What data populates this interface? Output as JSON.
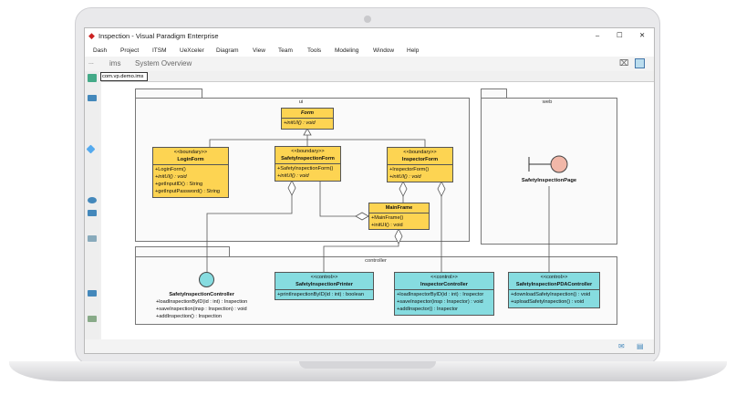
{
  "window": {
    "title": "Inspection - Visual Paradigm Enterprise",
    "controls": [
      "–",
      "☐",
      "✕"
    ]
  },
  "menu": [
    "Dash",
    "Project",
    "ITSM",
    "UeXceler",
    "Diagram",
    "View",
    "Team",
    "Tools",
    "Modeling",
    "Window",
    "Help"
  ],
  "breadcrumb": [
    "...",
    "ims",
    "System Overview"
  ],
  "package_field": "com.vp.demo.ims",
  "colors": {
    "boundary": "#fdd452",
    "control": "#86dce0",
    "accent": "#cc2222"
  },
  "diagram": {
    "packages": {
      "ui": "ui",
      "web": "web",
      "controller": "controller"
    },
    "form": {
      "name": "Form",
      "ops": [
        "+initUI() : void"
      ]
    },
    "login": {
      "stereo": "<<boundary>>",
      "name": "LoginForm",
      "ops": [
        "+LoginForm()",
        "+initUI() : void",
        "+getInputID() : String",
        "+getInputPassword() : String"
      ]
    },
    "sif": {
      "stereo": "<<boundary>>",
      "name": "SafetyInspectionForm",
      "ops": [
        "+SafetyInspectionForm()",
        "+initUI() : void"
      ]
    },
    "inf": {
      "stereo": "<<boundary>>",
      "name": "InspectorForm",
      "ops": [
        "+InspectorForm()",
        "+initUI() : void"
      ]
    },
    "main": {
      "name": "MainFrame",
      "ops": [
        "+MainFrame()",
        "+initUI() : void"
      ]
    },
    "sic": {
      "name": "SafetyInspectionController",
      "ops": [
        "+loadInspectionByID(id : int) : Inspection",
        "+saveInspection(insp : Inspection) : void",
        "+addInspection() : Inspection"
      ]
    },
    "sip": {
      "stereo": "<<control>>",
      "name": "SafetyInspectionPrinter",
      "ops": [
        "+printInspectionByID(id : int) : boolean"
      ]
    },
    "ic": {
      "stereo": "<<control>>",
      "name": "InspectorController",
      "ops": [
        "+loadInspectorByID(id : int) : Inspector",
        "+saveInspector(insp : Inspector) : void",
        "+addInspector() : Inspector"
      ]
    },
    "pda": {
      "stereo": "<<control>>",
      "name": "SafetyInspectionPDAController",
      "ops": [
        "+downloadSafetyInspection() : void",
        "+uploadSafetyInspection() : void"
      ]
    },
    "page": {
      "name": "SafetyInspectionPage"
    }
  }
}
